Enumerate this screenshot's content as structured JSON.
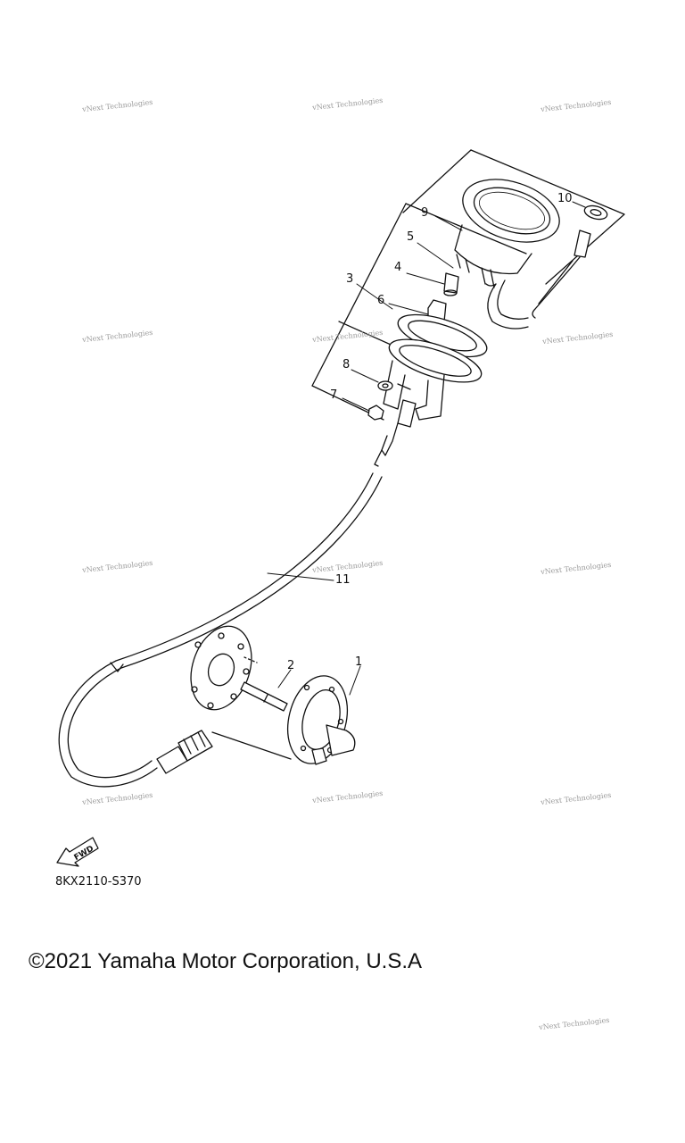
{
  "callouts": [
    "1",
    "2",
    "3",
    "4",
    "5",
    "6",
    "7",
    "8",
    "9",
    "10",
    "11"
  ],
  "fwd_label": "FWD",
  "part_code": "8KX2110-S370",
  "copyright": "©2021 Yamaha Motor Corporation, U.S.A",
  "watermark_text": "vNext Technologies",
  "colors": {
    "line": "#111111",
    "watermark": "#9a9a9a"
  }
}
